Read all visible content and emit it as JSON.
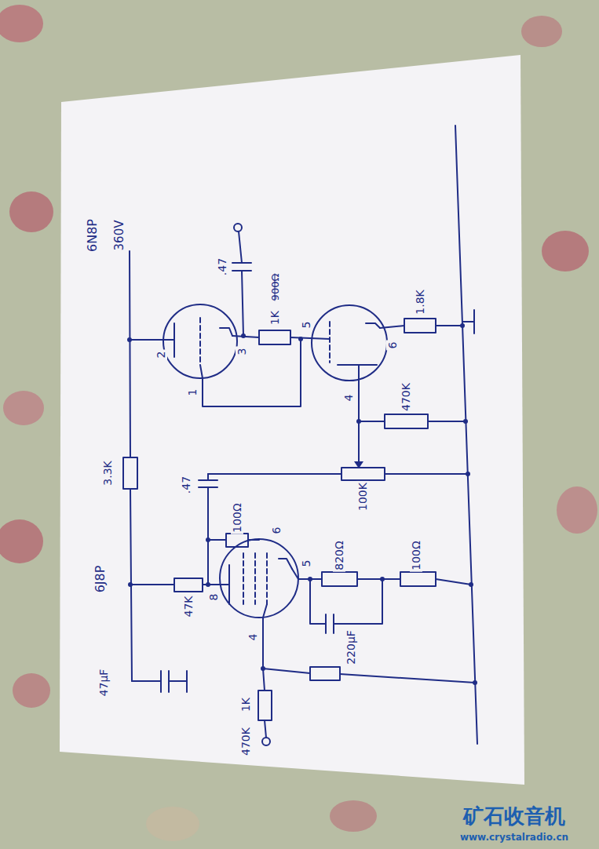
{
  "diagram": {
    "labels": [
      "360V",
      "6N8P",
      ".47",
      "1K",
      "900Ω",
      "2",
      "3",
      "1",
      "5",
      "6",
      "4",
      "1.8K",
      "470K",
      "100K",
      "3.3K",
      ".47",
      "100Ω",
      "6",
      "6J8P",
      "8",
      "47K",
      "5",
      "820Ω",
      "100Ω",
      "220μF",
      "4",
      "47μF",
      "1K",
      "470K",
      "矿石收音机",
      "www.crystalradio.cn"
    ]
  }
}
